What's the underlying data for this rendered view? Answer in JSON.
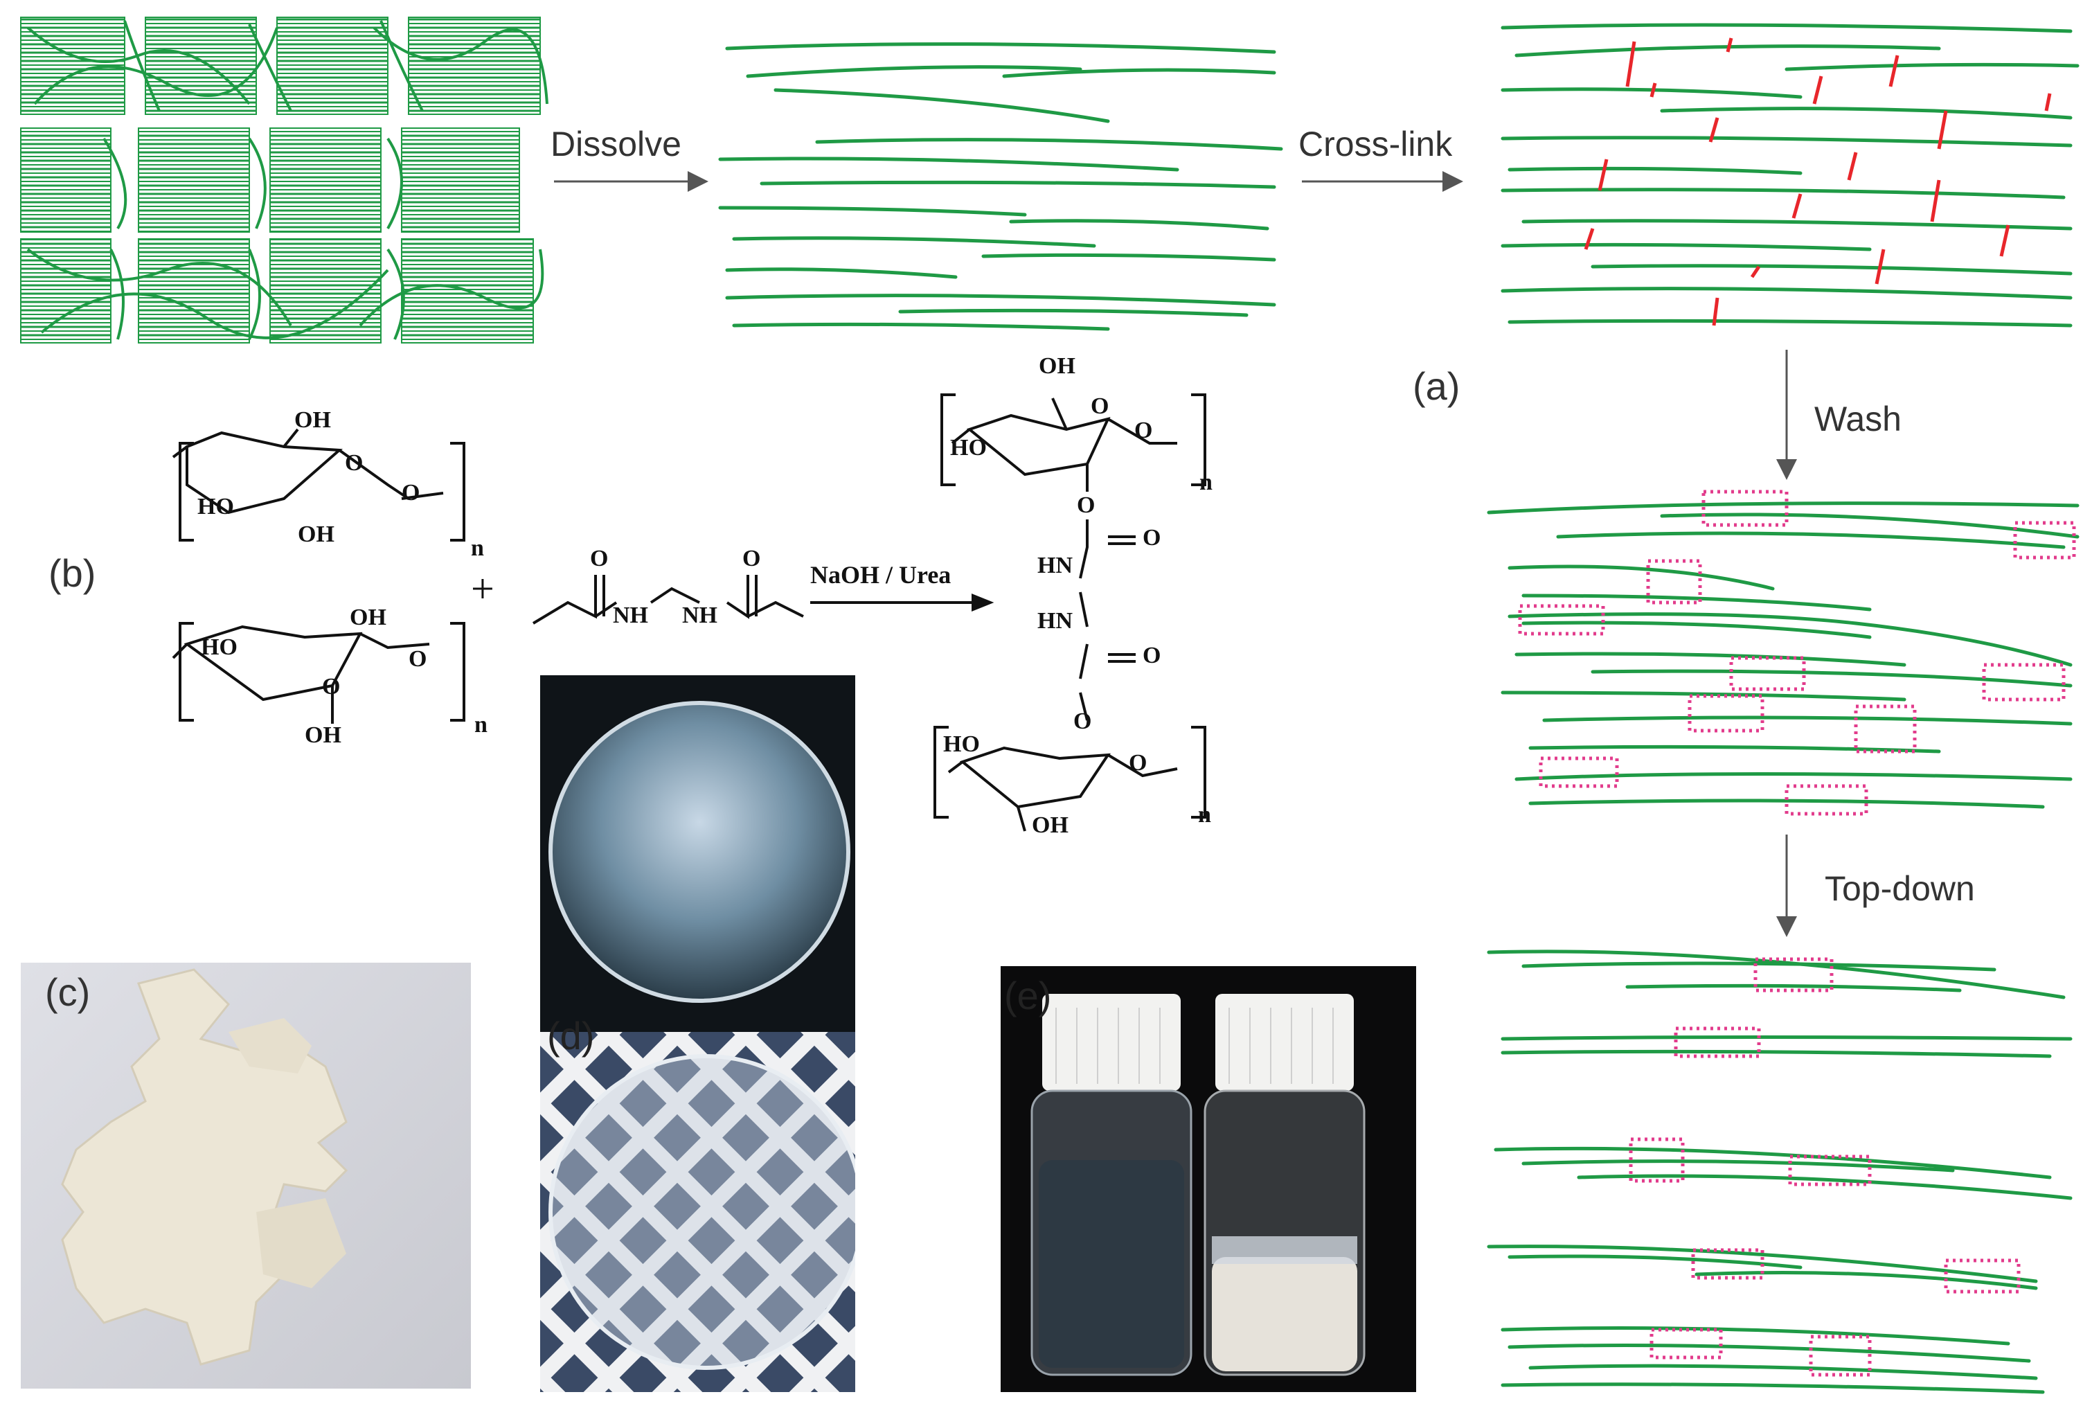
{
  "steps": {
    "dissolve": "Dissolve",
    "crosslink": "Cross-link",
    "wash": "Wash",
    "topdown": "Top-down"
  },
  "panels": {
    "a": "(a)",
    "b": "(b)",
    "c": "(c)",
    "d": "(d)",
    "e": "(e)"
  },
  "chem": {
    "oh": "OH",
    "ho": "HO",
    "o": "O",
    "n": "n",
    "plus": "+",
    "nh": "NH",
    "hn": "HN",
    "reagent": "NaOH / Urea"
  },
  "colors": {
    "fiber": "#1f9a45",
    "crosslink": "#e8262b",
    "box": "#e23c8c"
  }
}
